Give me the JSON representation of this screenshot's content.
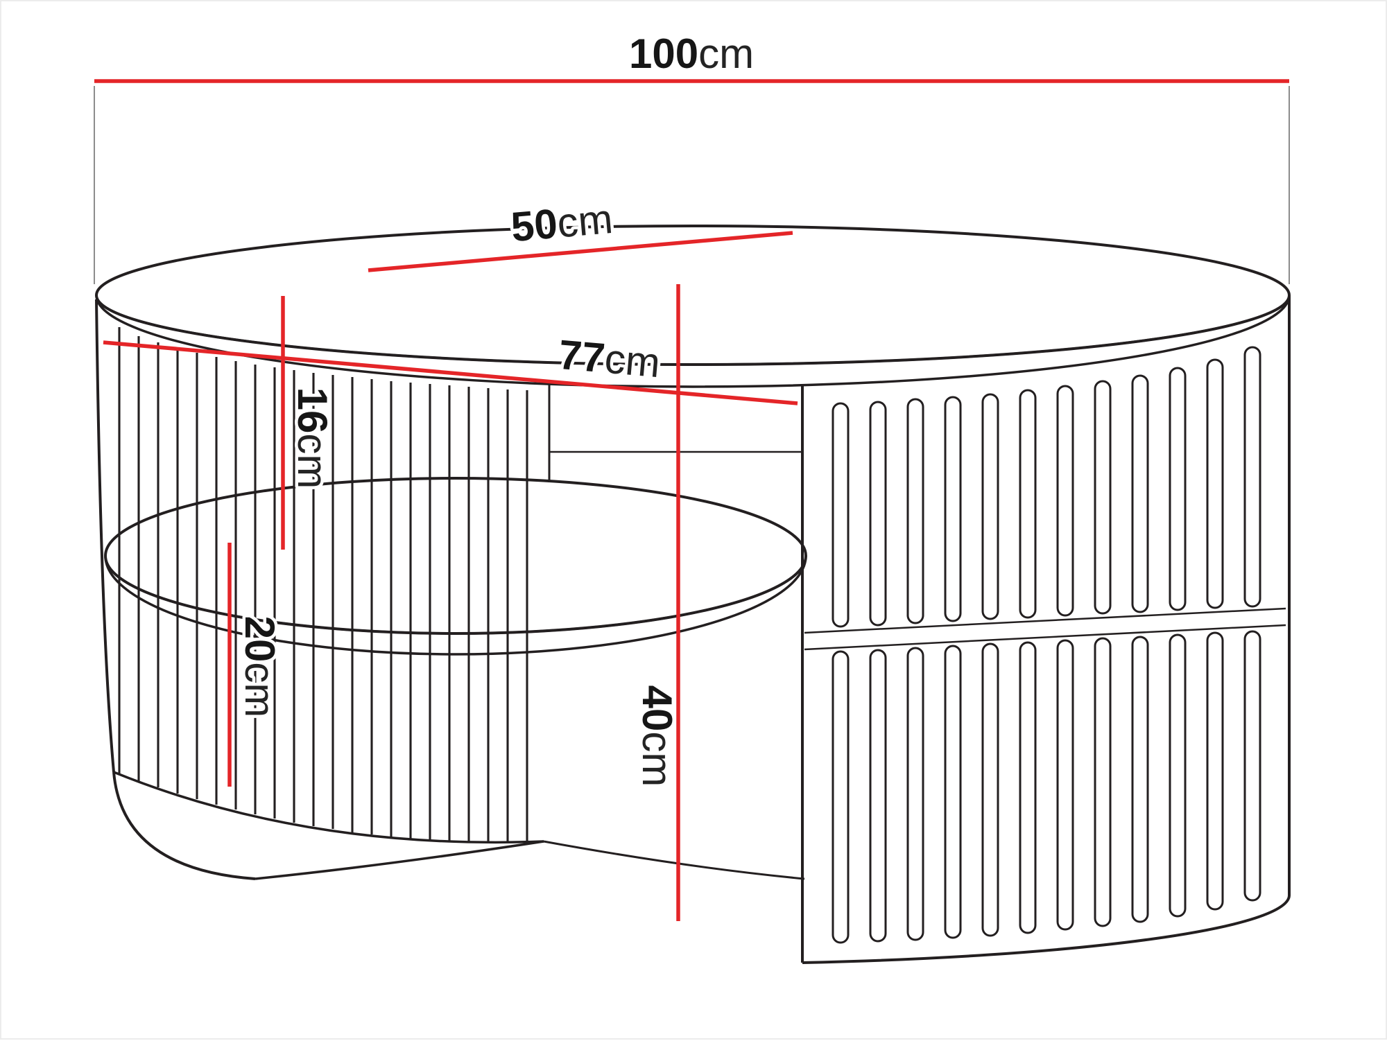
{
  "page": {
    "background_color": "#ffffff",
    "frame_border_color": "#ececec"
  },
  "drawing": {
    "subject": "Oval slatted coffee table - technical dimension diagram",
    "outline_color": "#231f20",
    "dimension_line_color": "#e42528",
    "label_text_color": "#161616"
  },
  "dimensions": {
    "overall_width": {
      "value": "100",
      "unit": "cm"
    },
    "top_depth": {
      "value": "50",
      "unit": "cm"
    },
    "shelf_width": {
      "value": "77",
      "unit": "cm"
    },
    "top_to_shelf_height": {
      "value": "16",
      "unit": "cm"
    },
    "shelf_to_floor_height": {
      "value": "20",
      "unit": "cm"
    },
    "overall_height": {
      "value": "40",
      "unit": "cm"
    }
  }
}
